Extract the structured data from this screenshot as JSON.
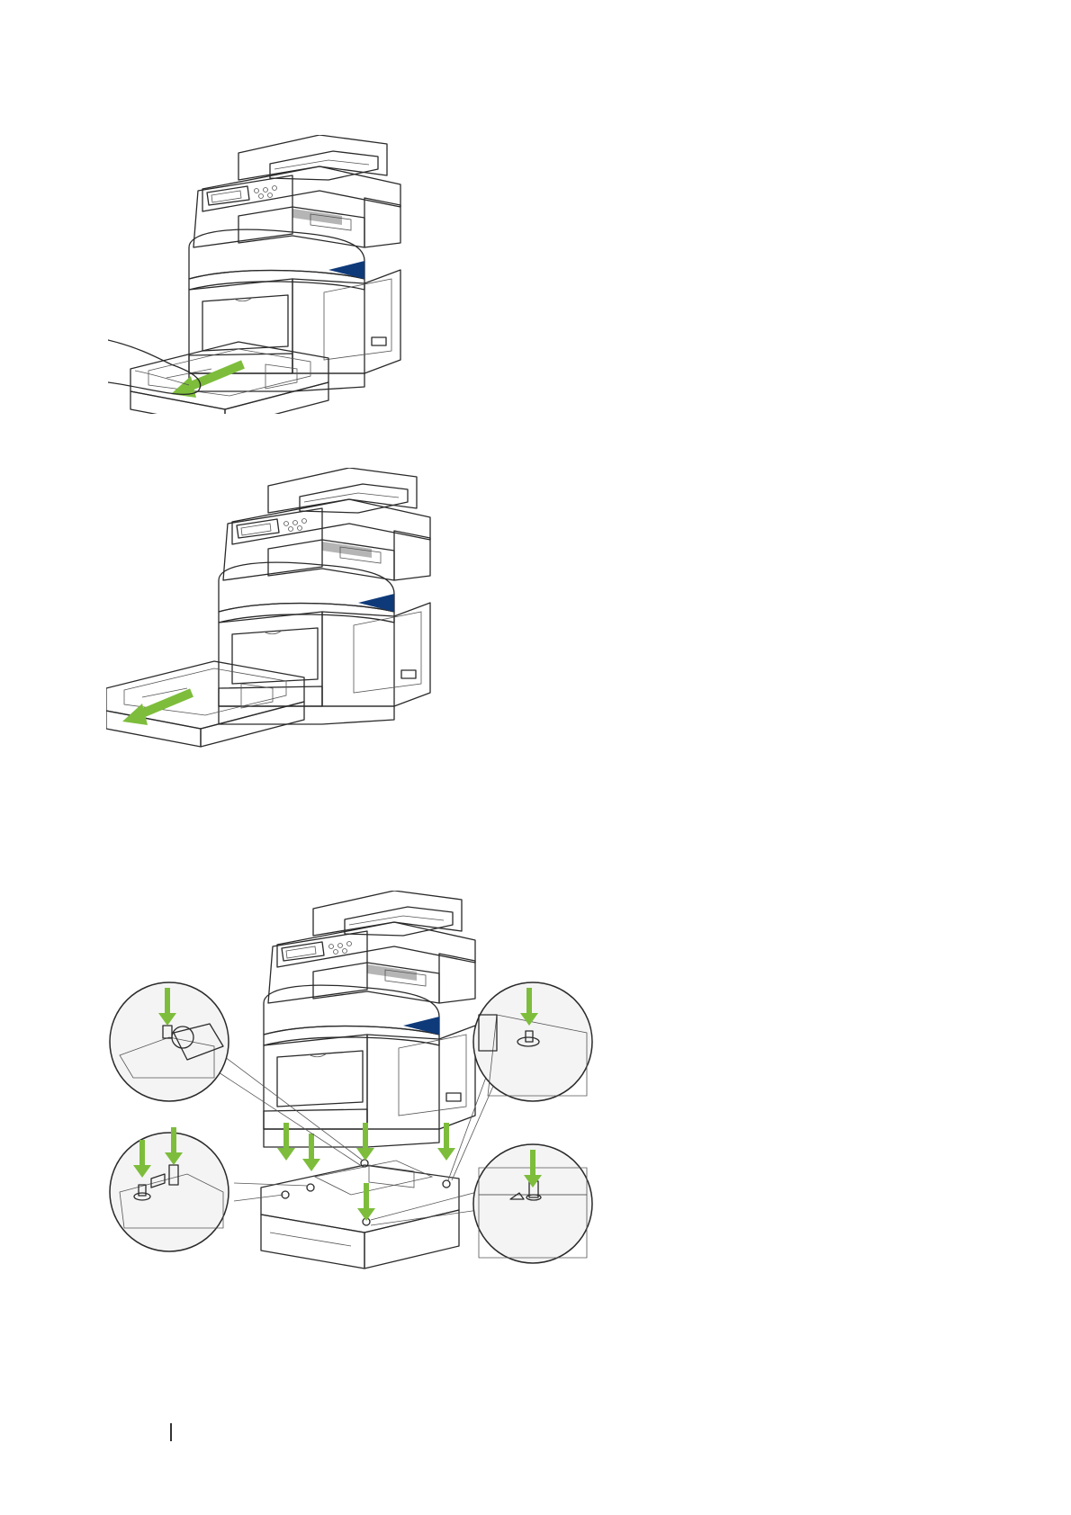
{
  "page": {
    "figures": [
      {
        "id": "fig-remove-tray-step1",
        "description_icon": "printer-tray-pull-icon"
      },
      {
        "id": "fig-remove-tray-step2",
        "description_icon": "printer-tray-removed-icon"
      },
      {
        "id": "fig-install-feeder",
        "description_icon": "printer-on-feeder-icon"
      }
    ]
  },
  "colors": {
    "accent_blue": "#1f5fb4",
    "dark_blue": "#123e86",
    "tray_blue": "#39a9e0",
    "arrow_green": "#7dbd3b",
    "outline": "#2a2a2a",
    "body_gray": "#eeeeee",
    "shade_gray": "#cfcfcf"
  }
}
